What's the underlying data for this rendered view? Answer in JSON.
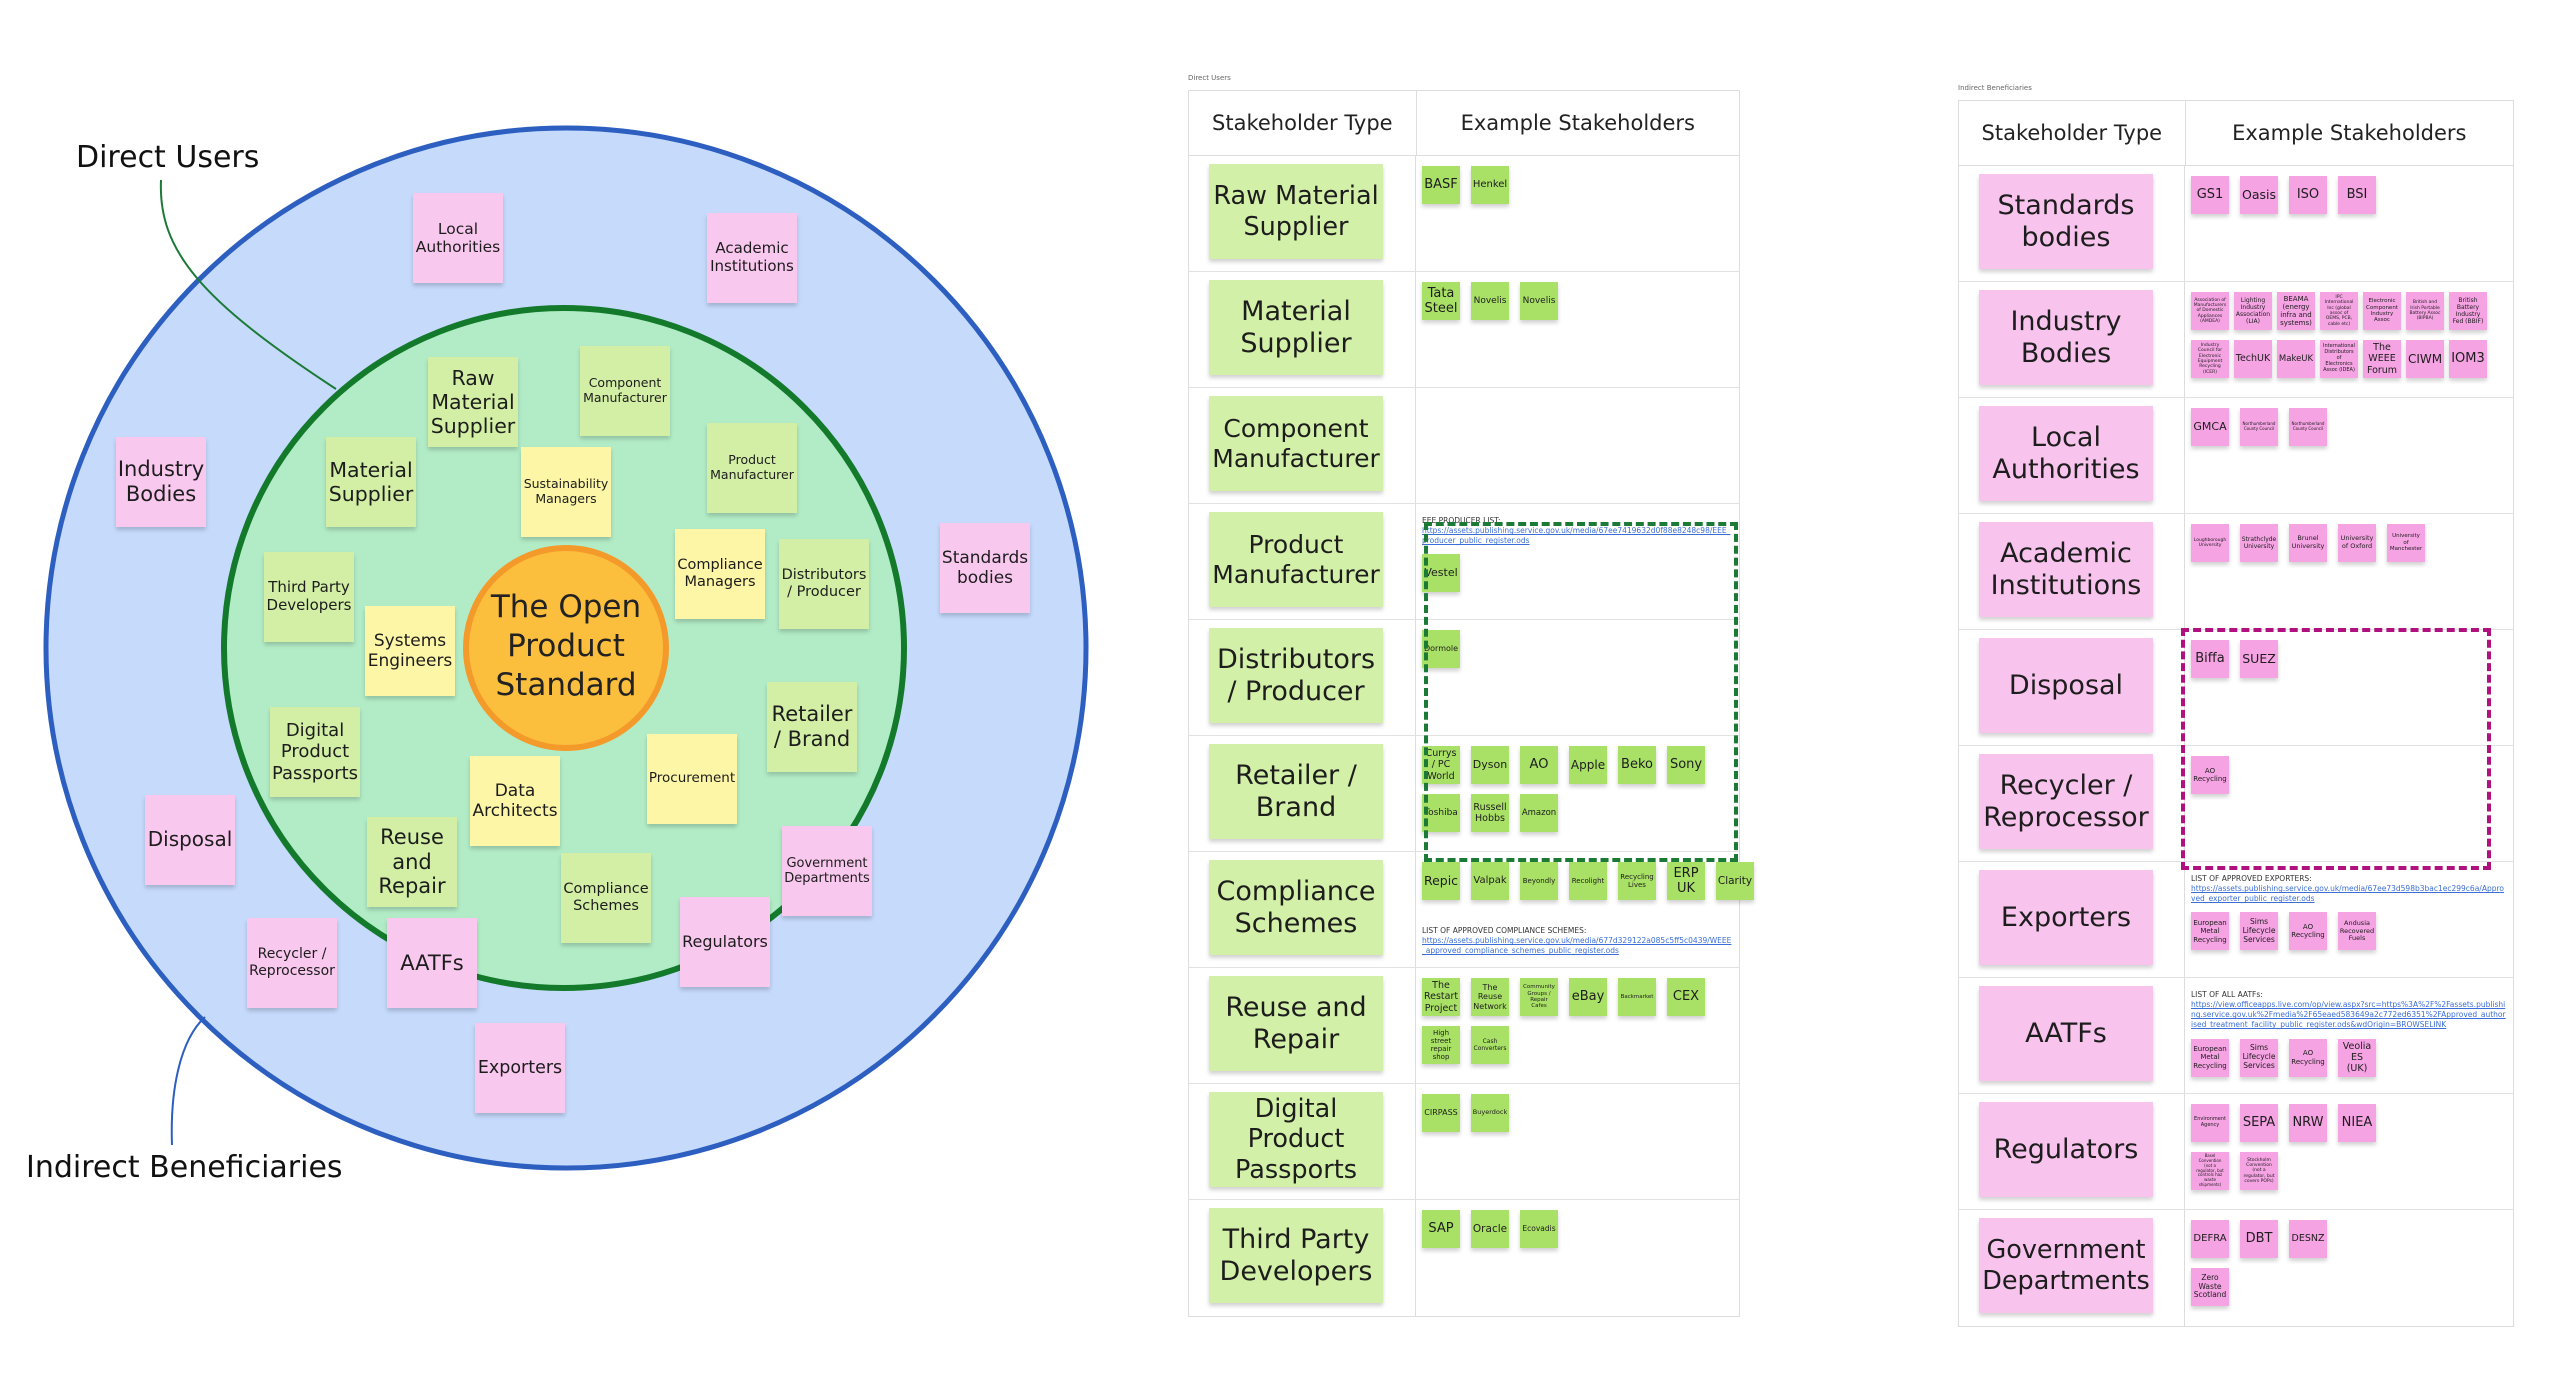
{
  "colors": {
    "outer_fill": "#c6dafc",
    "outer_border": "#2d5fc0",
    "inner_fill": "#b2ecc6",
    "inner_border": "#137a2b",
    "center_fill": "#fcbf3d",
    "center_border": "#f39a2a",
    "green_sticky": "#d2efa5",
    "yellow_sticky": "#fdf6a6",
    "pink_sticky": "#f9c8ee",
    "table_green": "#a9e166",
    "table_pink": "#f5a3e3",
    "type_green": "#d3f0a8",
    "type_pink": "#f8c4ed",
    "dashed_green": "#1a7a36",
    "dashed_magenta": "#b0117f",
    "link": "#3b6ed8"
  },
  "diagram": {
    "center_title": "The Open Product Standard",
    "label_direct": "Direct Users",
    "label_indirect": "Indirect Beneficiaries",
    "stickies": [
      {
        "label": "Local Authorities",
        "kind": "pink"
      },
      {
        "label": "Academic Institutions",
        "kind": "pink"
      },
      {
        "label": "Industry Bodies",
        "kind": "pink"
      },
      {
        "label": "Standards bodies",
        "kind": "pink"
      },
      {
        "label": "Disposal",
        "kind": "pink"
      },
      {
        "label": "Recycler / Reprocessor",
        "kind": "pink"
      },
      {
        "label": "AATFs",
        "kind": "pink"
      },
      {
        "label": "Exporters",
        "kind": "pink"
      },
      {
        "label": "Regulators",
        "kind": "pink"
      },
      {
        "label": "Government Departments",
        "kind": "pink"
      },
      {
        "label": "Raw Material Supplier",
        "kind": "green"
      },
      {
        "label": "Component Manufacturer",
        "kind": "green"
      },
      {
        "label": "Material Supplier",
        "kind": "green"
      },
      {
        "label": "Sustainability Managers",
        "kind": "yellow"
      },
      {
        "label": "Product Manufacturer",
        "kind": "green"
      },
      {
        "label": "Third Party Developers",
        "kind": "green"
      },
      {
        "label": "Systems Engineers",
        "kind": "yellow"
      },
      {
        "label": "Compliance Managers",
        "kind": "yellow"
      },
      {
        "label": "Distributors / Producer",
        "kind": "green"
      },
      {
        "label": "Retailer / Brand",
        "kind": "green"
      },
      {
        "label": "Digital Product Passports",
        "kind": "green"
      },
      {
        "label": "Data Architects",
        "kind": "yellow"
      },
      {
        "label": "Procurement",
        "kind": "yellow"
      },
      {
        "label": "Reuse and Repair",
        "kind": "green"
      },
      {
        "label": "Compliance Schemes",
        "kind": "green"
      }
    ]
  },
  "direct_table": {
    "caption": "Direct Users",
    "headers": [
      "Stakeholder Type",
      "Example Stakeholders"
    ],
    "rows": [
      {
        "type": "Raw Material Supplier",
        "lines": [
          [
            "BASF",
            "Henkel"
          ]
        ]
      },
      {
        "type": "Material Supplier",
        "lines": [
          [
            "Tata Steel",
            "Novelis",
            "Novelis"
          ]
        ]
      },
      {
        "type": "Component Manufacturer",
        "lines": []
      },
      {
        "type": "Product Manufacturer",
        "link_before": {
          "label": "EEE PRODUCER LIST:",
          "url": "https://assets.publishing.service.gov.uk/media/67ee7419632d0f88e8248c98/EEE_producer_public_register.ods"
        },
        "lines": [
          [
            "Vestel"
          ]
        ]
      },
      {
        "type": "Distributors / Producer",
        "lines": [
          [
            "Dormole"
          ]
        ]
      },
      {
        "type": "Retailer / Brand",
        "lines": [
          [
            "Currys / PC World",
            "Dyson",
            "AO",
            "Apple",
            "Beko",
            "Sony"
          ],
          [
            "Toshiba",
            "Russell Hobbs",
            "Amazon"
          ]
        ]
      },
      {
        "type": "Compliance Schemes",
        "lines": [
          [
            "Repic",
            "Valpak",
            "Beyondly",
            "Recolight",
            "Recycling Lives",
            "ERP UK",
            "Clarity"
          ]
        ],
        "link_after": {
          "label": "LIST OF APPROVED COMPLIANCE SCHEMES:",
          "url": "https://assets.publishing.service.gov.uk/media/677d329122a085c5ff5c0439/WEEE_approved_compliance_schemes_public_register.ods"
        }
      },
      {
        "type": "Reuse and Repair",
        "lines": [
          [
            "The Restart Project",
            "The Reuse Network",
            "Community Groups / Repair Cafes",
            "eBay",
            "Backmarket",
            "CEX"
          ],
          [
            "High street repair shop",
            "Cash Converters"
          ]
        ]
      },
      {
        "type": "Digital Product Passports",
        "lines": [
          [
            "CIRPASS",
            "Buyerdock"
          ]
        ]
      },
      {
        "type": "Third Party Developers",
        "lines": [
          [
            "SAP",
            "Oracle",
            "Ecovadis"
          ]
        ]
      }
    ]
  },
  "indirect_table": {
    "caption": "Indirect Beneficiaries",
    "headers": [
      "Stakeholder Type",
      "Example Stakeholders"
    ],
    "rows": [
      {
        "type": "Standards bodies",
        "lines": [
          [
            "GS1",
            "Oasis",
            "ISO",
            "BSI"
          ]
        ]
      },
      {
        "type": "Industry Bodies",
        "dense": true,
        "lines": [
          [
            "Association of Manufacturers of Domestic Appliances (AMDEA)",
            "Lighting Industry Association (LIA)",
            "BEAMA (energy infra and systems)",
            "IPC International Inc (global assoc of OEMS, PCB, cable etc)",
            "Electronic Component Industry Assoc",
            "British and Irish Portable Battery Assoc (BIPBA)",
            "British Battery Industry Fed (BBIF)"
          ],
          [
            "Industry Council for Electronic Equipment Recycling (ICER)",
            "TechUK",
            "MakeUK",
            "International Distributors of Electronics Assoc (IDEA)",
            "The WEEE Forum",
            "CIWM",
            "IOM3"
          ]
        ]
      },
      {
        "type": "Local Authorities",
        "lines": [
          [
            "GMCA",
            "Northumberland County Council",
            "Northumberland County Council"
          ]
        ]
      },
      {
        "type": "Academic Institutions",
        "lines": [
          [
            "Loughborough University",
            "Strathclyde University",
            "Brunel University",
            "University of Oxford",
            "University of Manchester"
          ]
        ]
      },
      {
        "type": "Disposal",
        "lines": [
          [
            "Biffa",
            "SUEZ"
          ]
        ]
      },
      {
        "type": "Recycler / Reprocessor",
        "lines": [
          [
            "AO Recycling"
          ]
        ]
      },
      {
        "type": "Exporters",
        "link_before": {
          "label": "LIST OF APPROVED EXPORTERS:",
          "url": "https://assets.publishing.service.gov.uk/media/67ee73d598b3bac1ec299c6a/Approved_exporter_public_register.ods"
        },
        "lines": [
          [
            "European Metal Recycling",
            "Sims Lifecycle Services",
            "AO Recycling",
            "Andusia Recovered Fuels"
          ]
        ]
      },
      {
        "type": "AATFs",
        "link_before": {
          "label": "LIST OF ALL AATFs:",
          "url": "https://view.officeapps.live.com/op/view.aspx?src=https%3A%2F%2Fassets.publishing.service.gov.uk%2Fmedia%2F65eaed583649a2c772ed6351%2FApproved_authorised_treatment_facility_public_register.ods&wdOrigin=BROWSELINK"
        },
        "lines": [
          [
            "European Metal Recycling",
            "Sims Lifecycle Services",
            "AO Recycling",
            "Veolia ES (UK)"
          ]
        ]
      },
      {
        "type": "Regulators",
        "lines": [
          [
            "Environment Agency",
            "SEPA",
            "NRW",
            "NIEA"
          ],
          [
            "Basel Convention (not a regulator, but controls haz waste shipments)",
            "Stockholm Convention (not a regulator, but covers POPs)"
          ]
        ]
      },
      {
        "type": "Government Departments",
        "lines": [
          [
            "DEFRA",
            "DBT",
            "DESNZ"
          ],
          [
            "Zero Waste Scotland"
          ]
        ]
      }
    ]
  }
}
